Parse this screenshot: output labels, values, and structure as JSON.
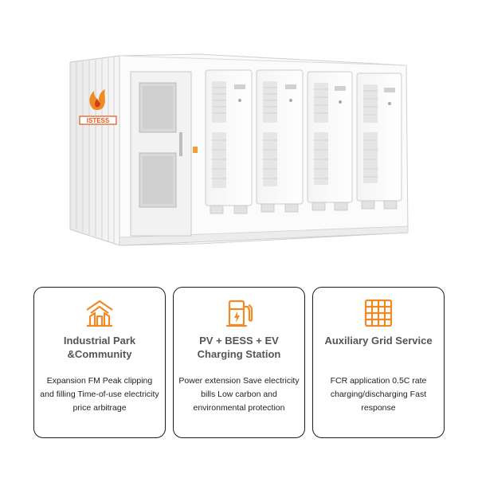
{
  "product": {
    "brand_logo": "ISTESS",
    "image_alt": "battery-energy-storage-container"
  },
  "features": [
    {
      "icon": "industrial-park-icon",
      "title": "Industrial Park &Community",
      "description": "Expansion FM Peak clipping and filling Time-of-use electricity price arbitrage"
    },
    {
      "icon": "charging-station-icon",
      "title": "PV + BESS + EV Charging Station",
      "description": "Power extension Save electricity bills Low carbon and environmental protection"
    },
    {
      "icon": "grid-icon",
      "title": "Auxiliary Grid Service",
      "description": "FCR application 0.5C rate charging/discharging Fast response"
    }
  ],
  "colors": {
    "accent": "#f08a24",
    "border": "#1c1c1c",
    "title": "#555555",
    "text": "#222222"
  }
}
